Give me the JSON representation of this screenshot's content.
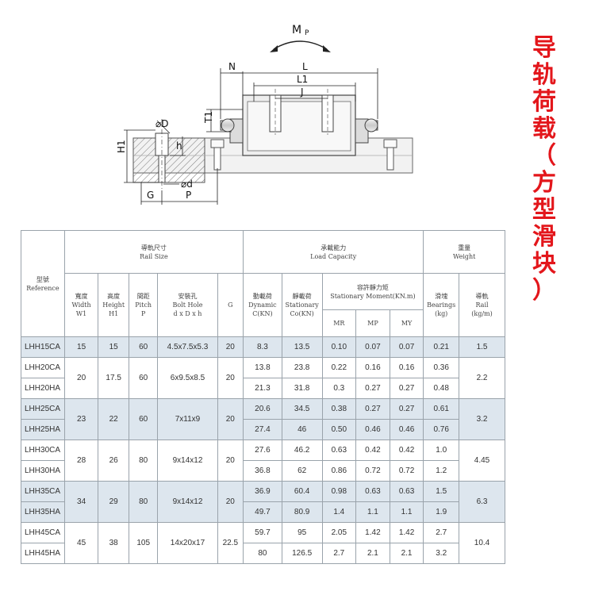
{
  "side_title": [
    "导",
    "轨",
    "荷",
    "载",
    "（",
    "方",
    "型",
    "滑",
    "块",
    "）"
  ],
  "diagram_labels": {
    "moment": "M",
    "moment_sub": "P",
    "n": "N",
    "l": "L",
    "l1": "L1",
    "j": "J",
    "t1": "T1",
    "d_cap": "⌀D",
    "h": "h",
    "h1": "H1",
    "d_small": "⌀d",
    "g": "G",
    "p": "P"
  },
  "table": {
    "reference": {
      "cn": "型號",
      "en": "Reference"
    },
    "rail_size": {
      "cn": "導軌尺寸",
      "en": "Rail Size"
    },
    "load_capacity": {
      "cn": "承載能力",
      "en": "Load Capacity"
    },
    "weight": {
      "cn": "重量",
      "en": "Weight"
    },
    "width": {
      "cn": "寬度",
      "en1": "Width",
      "en2": "W1"
    },
    "height": {
      "cn": "高度",
      "en1": "Height",
      "en2": "H1"
    },
    "pitch": {
      "cn": "間距",
      "en1": "Pitch",
      "en2": "P"
    },
    "bolt_hole": {
      "cn": "安裝孔",
      "en1": "Bolt Hole",
      "en2": "d x D x h"
    },
    "g": "G",
    "dynamic": {
      "cn": "動載荷",
      "en1": "Dynamic",
      "en2": "C(KN)"
    },
    "stationary": {
      "cn": "靜載荷",
      "en1": "Stationary",
      "en2": "Co(KN)"
    },
    "moment": {
      "cn": "容許靜力矩",
      "en": "Stationary Moment(KN.m)"
    },
    "mr": "MR",
    "mp": "MP",
    "my": "MY",
    "bearings": {
      "cn": "滑塊",
      "en1": "Bearings",
      "en2": "(kg)"
    },
    "rail": {
      "cn": "導軌",
      "en1": "Rail",
      "en2": "(kg/m)"
    },
    "groups": [
      {
        "models": [
          "LHH15CA"
        ],
        "w1": "15",
        "h1": "15",
        "p": "60",
        "bolt": "4.5x7.5x5.3",
        "g": "20",
        "rows": [
          {
            "c": "8.3",
            "co": "13.5",
            "mr": "0.10",
            "mp": "0.07",
            "my": "0.07",
            "kg": "0.21"
          }
        ],
        "rail": "1.5",
        "shaded": true
      },
      {
        "models": [
          "LHH20CA",
          "LHH20HA"
        ],
        "w1": "20",
        "h1": "17.5",
        "p": "60",
        "bolt": "6x9.5x8.5",
        "g": "20",
        "rows": [
          {
            "c": "13.8",
            "co": "23.8",
            "mr": "0.22",
            "mp": "0.16",
            "my": "0.16",
            "kg": "0.36"
          },
          {
            "c": "21.3",
            "co": "31.8",
            "mr": "0.3",
            "mp": "0.27",
            "my": "0.27",
            "kg": "0.48"
          }
        ],
        "rail": "2.2",
        "shaded": false
      },
      {
        "models": [
          "LHH25CA",
          "LHH25HA"
        ],
        "w1": "23",
        "h1": "22",
        "p": "60",
        "bolt": "7x11x9",
        "g": "20",
        "rows": [
          {
            "c": "20.6",
            "co": "34.5",
            "mr": "0.38",
            "mp": "0.27",
            "my": "0.27",
            "kg": "0.61"
          },
          {
            "c": "27.4",
            "co": "46",
            "mr": "0.50",
            "mp": "0.46",
            "my": "0.46",
            "kg": "0.76"
          }
        ],
        "rail": "3.2",
        "shaded": true
      },
      {
        "models": [
          "LHH30CA",
          "LHH30HA"
        ],
        "w1": "28",
        "h1": "26",
        "p": "80",
        "bolt": "9x14x12",
        "g": "20",
        "rows": [
          {
            "c": "27.6",
            "co": "46.2",
            "mr": "0.63",
            "mp": "0.42",
            "my": "0.42",
            "kg": "1.0"
          },
          {
            "c": "36.8",
            "co": "62",
            "mr": "0.86",
            "mp": "0.72",
            "my": "0.72",
            "kg": "1.2"
          }
        ],
        "rail": "4.45",
        "shaded": false
      },
      {
        "models": [
          "LHH35CA",
          "LHH35HA"
        ],
        "w1": "34",
        "h1": "29",
        "p": "80",
        "bolt": "9x14x12",
        "g": "20",
        "rows": [
          {
            "c": "36.9",
            "co": "60.4",
            "mr": "0.98",
            "mp": "0.63",
            "my": "0.63",
            "kg": "1.5"
          },
          {
            "c": "49.7",
            "co": "80.9",
            "mr": "1.4",
            "mp": "1.1",
            "my": "1.1",
            "kg": "1.9"
          }
        ],
        "rail": "6.3",
        "shaded": true
      },
      {
        "models": [
          "LHH45CA",
          "LHH45HA"
        ],
        "w1": "45",
        "h1": "38",
        "p": "105",
        "bolt": "14x20x17",
        "g": "22.5",
        "rows": [
          {
            "c": "59.7",
            "co": "95",
            "mr": "2.05",
            "mp": "1.42",
            "my": "1.42",
            "kg": "2.7"
          },
          {
            "c": "80",
            "co": "126.5",
            "mr": "2.7",
            "mp": "2.1",
            "my": "2.1",
            "kg": "3.2"
          }
        ],
        "rail": "10.4",
        "shaded": false
      }
    ]
  }
}
